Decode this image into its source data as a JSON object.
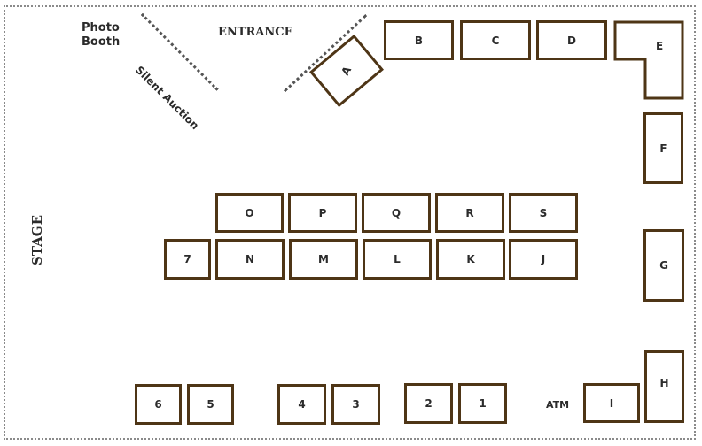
{
  "title": "Event Floor Plan",
  "labels": {
    "photo_booth_line1": "Photo",
    "photo_booth_line2": "Booth",
    "silent_auction": "Silent Auction",
    "entrance": "ENTRANCE",
    "stage": "STAGE",
    "atm": "ATM"
  },
  "booths": {
    "A": "A",
    "B": "B",
    "C": "C",
    "D": "D",
    "E": "E",
    "F": "F",
    "G": "G",
    "H": "H",
    "I": "I",
    "J": "J",
    "K": "K",
    "L": "L",
    "M": "M",
    "N": "N",
    "O": "O",
    "P": "P",
    "Q": "Q",
    "R": "R",
    "S": "S",
    "t1": "1",
    "t2": "2",
    "t3": "3",
    "t4": "4",
    "t5": "5",
    "t6": "6",
    "t7": "7"
  },
  "colors": {
    "booth_border": "#4e3516",
    "text": "#2b2b2b",
    "boundary": "#8a8a8a"
  }
}
